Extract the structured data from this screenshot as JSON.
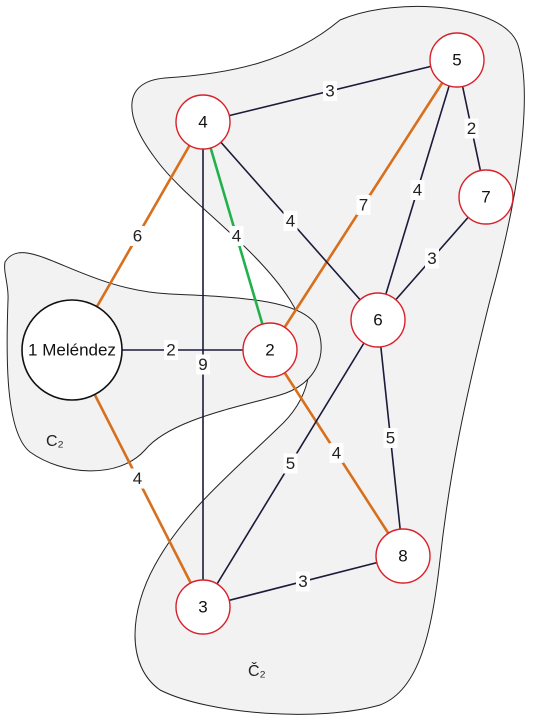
{
  "colors": {
    "normal_edge": "#1b1b3a",
    "orange_edge": "#d86f1c",
    "green_edge": "#22b14c",
    "node_stroke": "#d9202a",
    "big_node_stroke": "#111111",
    "region_fill": "#f2f2f2"
  },
  "region_labels": {
    "c2": "C₂",
    "c2_hacek": "Č₂"
  },
  "nodes": [
    {
      "id": "1",
      "label": "1 Meléndez"
    },
    {
      "id": "2",
      "label": "2"
    },
    {
      "id": "3",
      "label": "3"
    },
    {
      "id": "4",
      "label": "4"
    },
    {
      "id": "5",
      "label": "5"
    },
    {
      "id": "6",
      "label": "6"
    },
    {
      "id": "7",
      "label": "7"
    },
    {
      "id": "8",
      "label": "8"
    }
  ],
  "edges": [
    {
      "from": "4",
      "to": "5",
      "weight": "3",
      "color": "normal"
    },
    {
      "from": "5",
      "to": "7",
      "weight": "2",
      "color": "normal"
    },
    {
      "from": "5",
      "to": "6",
      "weight": "4",
      "color": "normal"
    },
    {
      "from": "5",
      "to": "2",
      "weight": "7",
      "color": "orange"
    },
    {
      "from": "4",
      "to": "6",
      "weight": "4",
      "color": "normal"
    },
    {
      "from": "4",
      "to": "2",
      "weight": "4",
      "color": "green"
    },
    {
      "from": "4",
      "to": "1",
      "weight": "6",
      "color": "orange"
    },
    {
      "from": "4",
      "to": "3",
      "weight": "9",
      "color": "normal"
    },
    {
      "from": "7",
      "to": "6",
      "weight": "3",
      "color": "normal"
    },
    {
      "from": "1",
      "to": "2",
      "weight": "2",
      "color": "normal"
    },
    {
      "from": "1",
      "to": "3",
      "weight": "4",
      "color": "orange"
    },
    {
      "from": "2",
      "to": "8",
      "weight": "4",
      "color": "orange"
    },
    {
      "from": "6",
      "to": "3",
      "weight": "5",
      "color": "normal"
    },
    {
      "from": "6",
      "to": "8",
      "weight": "5",
      "color": "normal"
    },
    {
      "from": "3",
      "to": "8",
      "weight": "3",
      "color": "normal"
    }
  ]
}
